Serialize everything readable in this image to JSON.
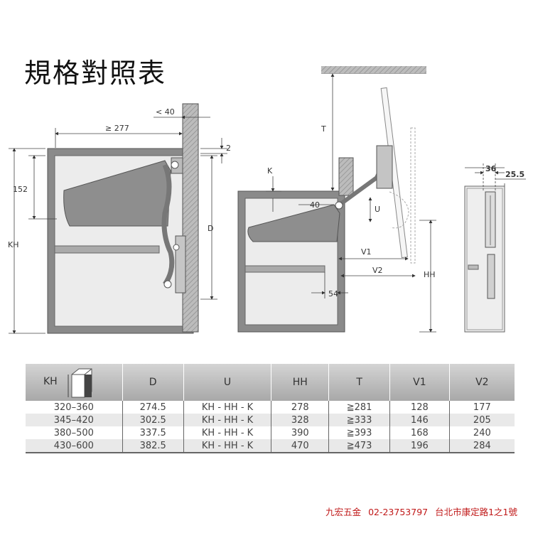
{
  "title": "規格對照表",
  "dimensions": {
    "lt40": "< 40",
    "ge277": "≥ 277",
    "d2": "2",
    "d152": "152",
    "kh": "KH",
    "d": "D",
    "t": "T",
    "k": "K",
    "d40": "40",
    "u": "U",
    "v1": "V1",
    "v2": "V2",
    "hh": "HH",
    "d54": "54",
    "d36": "36",
    "d25_5": "25.5"
  },
  "table": {
    "headers": [
      "KH",
      "D",
      "U",
      "HH",
      "T",
      "V1",
      "V2"
    ],
    "rows": [
      [
        "320–360",
        "274.5",
        "KH - HH - K",
        "278",
        "≧281",
        "128",
        "177"
      ],
      [
        "345–420",
        "302.5",
        "KH - HH - K",
        "328",
        "≧333",
        "146",
        "205"
      ],
      [
        "380–500",
        "337.5",
        "KH - HH - K",
        "390",
        "≧393",
        "168",
        "240"
      ],
      [
        "430–600",
        "382.5",
        "KH - HH - K",
        "470",
        "≧473",
        "196",
        "284"
      ]
    ]
  },
  "footer": {
    "company": "九宏五金",
    "phone": "02-23753797",
    "address": "台北市康定路1之1號"
  },
  "colors": {
    "cabinet_fill": "#ececec",
    "panel_fill": "#8a8a8a",
    "footer_text": "#c01818",
    "header_fill": "#bdbdbd"
  }
}
